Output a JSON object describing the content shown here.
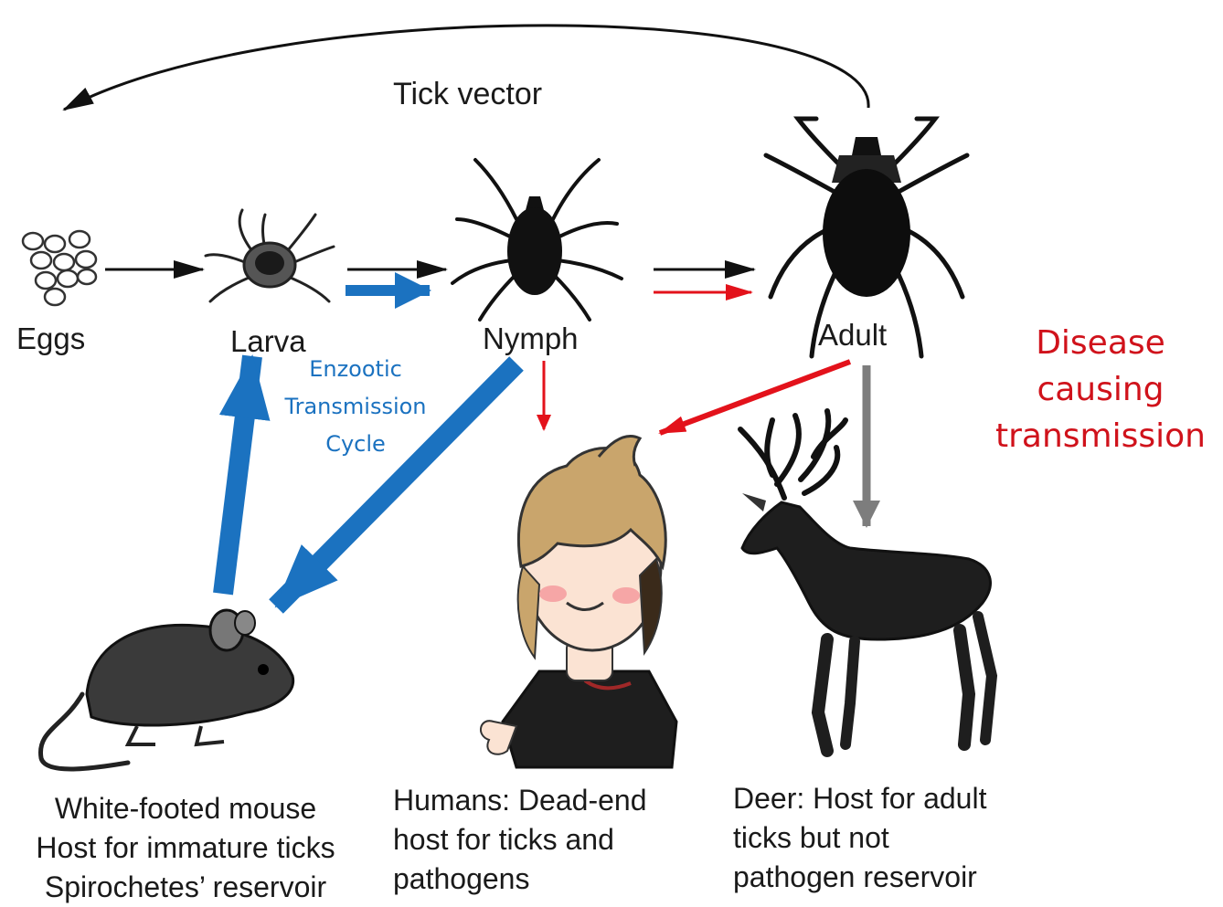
{
  "title": "Tick vector",
  "stages": {
    "eggs": "Eggs",
    "larva": "Larva",
    "nymph": "Nymph",
    "adult": "Adult"
  },
  "enzootic_label": [
    "Enzootic",
    "Transmission",
    "Cycle"
  ],
  "disease_label": [
    "Disease",
    "causing",
    "transmission"
  ],
  "hosts": {
    "mouse": [
      "White-footed mouse",
      "Host for immature ticks",
      "Spirochetes’ reservoir"
    ],
    "human": [
      "Humans: Dead-end",
      "host for ticks and",
      "pathogens"
    ],
    "deer": [
      "Deer: Host for adult",
      "ticks but not",
      "pathogen reservoir"
    ]
  },
  "colors": {
    "enzootic_arrow": "#1b72c0",
    "disease_arrow": "#e3121b",
    "deer_arrow": "#7d7d7d",
    "life_cycle_arrow": "#111111"
  },
  "icons": [
    "tick-eggs-icon",
    "larva-tick-icon",
    "nymph-tick-icon",
    "adult-tick-icon",
    "mouse-icon",
    "human-icon",
    "deer-icon"
  ]
}
